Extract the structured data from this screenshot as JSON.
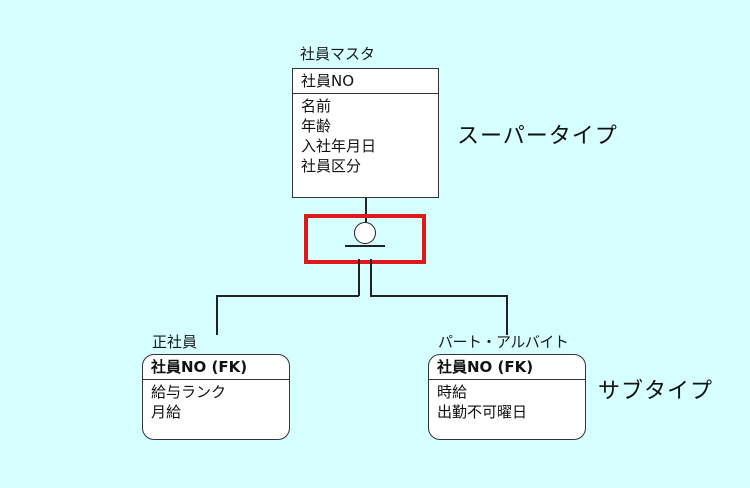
{
  "supertype_entity": {
    "name": "社員マスタ",
    "primary_key": "社員NO",
    "attributes": [
      "名前",
      "年齢",
      "入社年月日",
      "社員区分"
    ]
  },
  "subtype_entities": [
    {
      "name": "正社員",
      "primary_key": "社員NO (FK)",
      "attributes": [
        "給与ランク",
        "月給"
      ]
    },
    {
      "name": "パート・アルバイト",
      "primary_key": "社員NO (FK)",
      "attributes": [
        "時給",
        "出勤不可曜日"
      ]
    }
  ],
  "annotations": {
    "supertype_label": "スーパータイプ",
    "subtype_label": "サブタイプ"
  },
  "colors": {
    "background": "#d6ffff",
    "highlight_border": "#e01818",
    "line": "#222222"
  }
}
